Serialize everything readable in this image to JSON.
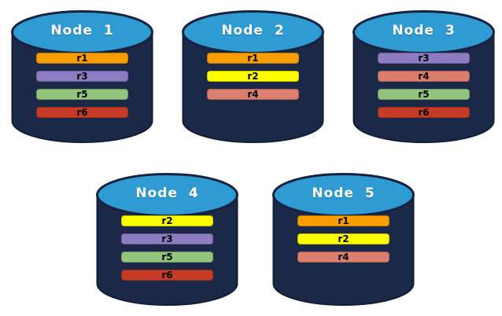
{
  "diagram": {
    "palette": {
      "r1": "#F99E00",
      "r2": "#FFFF00",
      "r3": "#8E7CC3",
      "r4": "#DC7E6D",
      "r5": "#93C47D",
      "r6": "#C53B26"
    },
    "colors": {
      "background": "#FFFFFF",
      "cylinder_body": "#1C2847",
      "cylinder_top": "#2F9BD3",
      "node_label_text": "#FFFFFF",
      "replica_label_text": "#000000"
    },
    "nodes": [
      {
        "label": "Node 1",
        "replicas": [
          {
            "label": "r1",
            "color": "#F99E00"
          },
          {
            "label": "r3",
            "color": "#8E7CC3"
          },
          {
            "label": "r5",
            "color": "#93C47D"
          },
          {
            "label": "r6",
            "color": "#C53B26"
          }
        ]
      },
      {
        "label": "Node 2",
        "replicas": [
          {
            "label": "r1",
            "color": "#F99E00"
          },
          {
            "label": "r2",
            "color": "#FFFF00"
          },
          {
            "label": "r4",
            "color": "#DC7E6D"
          }
        ]
      },
      {
        "label": "Node 3",
        "replicas": [
          {
            "label": "r3",
            "color": "#8E7CC3"
          },
          {
            "label": "r4",
            "color": "#DC7E6D"
          },
          {
            "label": "r5",
            "color": "#93C47D"
          },
          {
            "label": "r6",
            "color": "#C53B26"
          }
        ]
      },
      {
        "label": "Node 4",
        "replicas": [
          {
            "label": "r2",
            "color": "#FFFF00"
          },
          {
            "label": "r3",
            "color": "#8E7CC3"
          },
          {
            "label": "r5",
            "color": "#93C47D"
          },
          {
            "label": "r6",
            "color": "#C53B26"
          }
        ]
      },
      {
        "label": "Node 5",
        "replicas": [
          {
            "label": "r1",
            "color": "#F99E00"
          },
          {
            "label": "r2",
            "color": "#FFFF00"
          },
          {
            "label": "r4",
            "color": "#DC7E6D"
          }
        ]
      }
    ]
  }
}
